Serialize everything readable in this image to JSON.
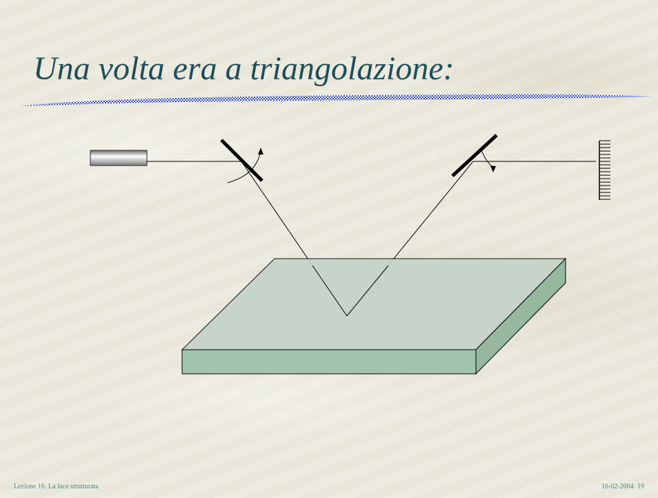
{
  "slide": {
    "title": "Una volta era a triangolazione:",
    "footer": {
      "lecture": "Lezione 16: La luce strutturata",
      "date": "16-02-2004",
      "page": "19"
    }
  },
  "colors": {
    "title": "#1f4e5a",
    "footer": "#3d8a8a",
    "swoosh": "#3b55c8",
    "plate_top": "#c5d3c9",
    "plate_side": "#a3c4ac"
  },
  "diagram": {
    "components": [
      "laser-source-icon",
      "rotating-mirror-icon",
      "rotating-mirror-icon",
      "sensor-array-icon",
      "target-plate"
    ]
  }
}
